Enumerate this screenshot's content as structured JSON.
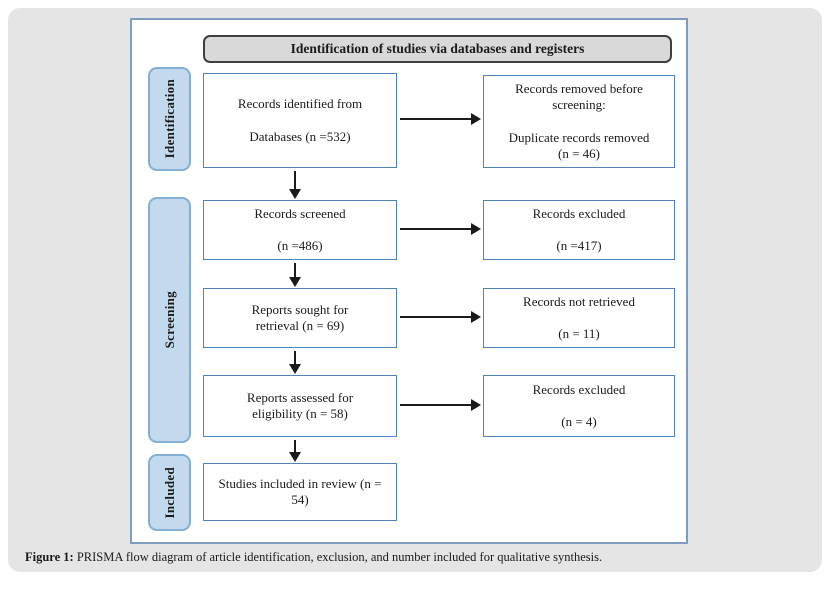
{
  "figure": {
    "title": "Identification of studies via databases and registers",
    "caption_label": "Figure 1:",
    "caption_text": " PRISMA flow diagram of article identification, exclusion, and number included for qualitative synthesis."
  },
  "stages": [
    {
      "label": "Identification"
    },
    {
      "label": "Screening"
    },
    {
      "label": "Included"
    }
  ],
  "boxes": {
    "identified": {
      "p1": "Records identified from",
      "p2": "Databases (n =532)"
    },
    "removed": {
      "p1": "Records removed before screening:",
      "p2": "Duplicate records removed (n = 46)"
    },
    "screened": {
      "p1": "Records screened",
      "p2": "(n =486)"
    },
    "excluded1": {
      "p1": "Records excluded",
      "p2": "(n =417)"
    },
    "sought": {
      "p1": "Reports sought for retrieval (n = 69)"
    },
    "not_retrieved": {
      "p1": "Records not retrieved",
      "p2": "(n = 11)"
    },
    "assessed": {
      "p1": "Reports assessed for eligibility (n = 58)"
    },
    "excluded2": {
      "p1": "Records excluded",
      "p2": "(n = 4)"
    },
    "included": {
      "p1": "Studies included in review (n = 54)"
    }
  },
  "colors": {
    "card_bg": "#e5e5e5",
    "panel_border": "#7e9cbd",
    "title_fill": "#d9d9d9",
    "title_border": "#3f3f3f",
    "stage_fill": "#c3d9ee",
    "stage_border": "#85aed6",
    "box_border": "#4f81bd",
    "arrow": "#1a1a1a",
    "text": "#1a1a1a"
  }
}
